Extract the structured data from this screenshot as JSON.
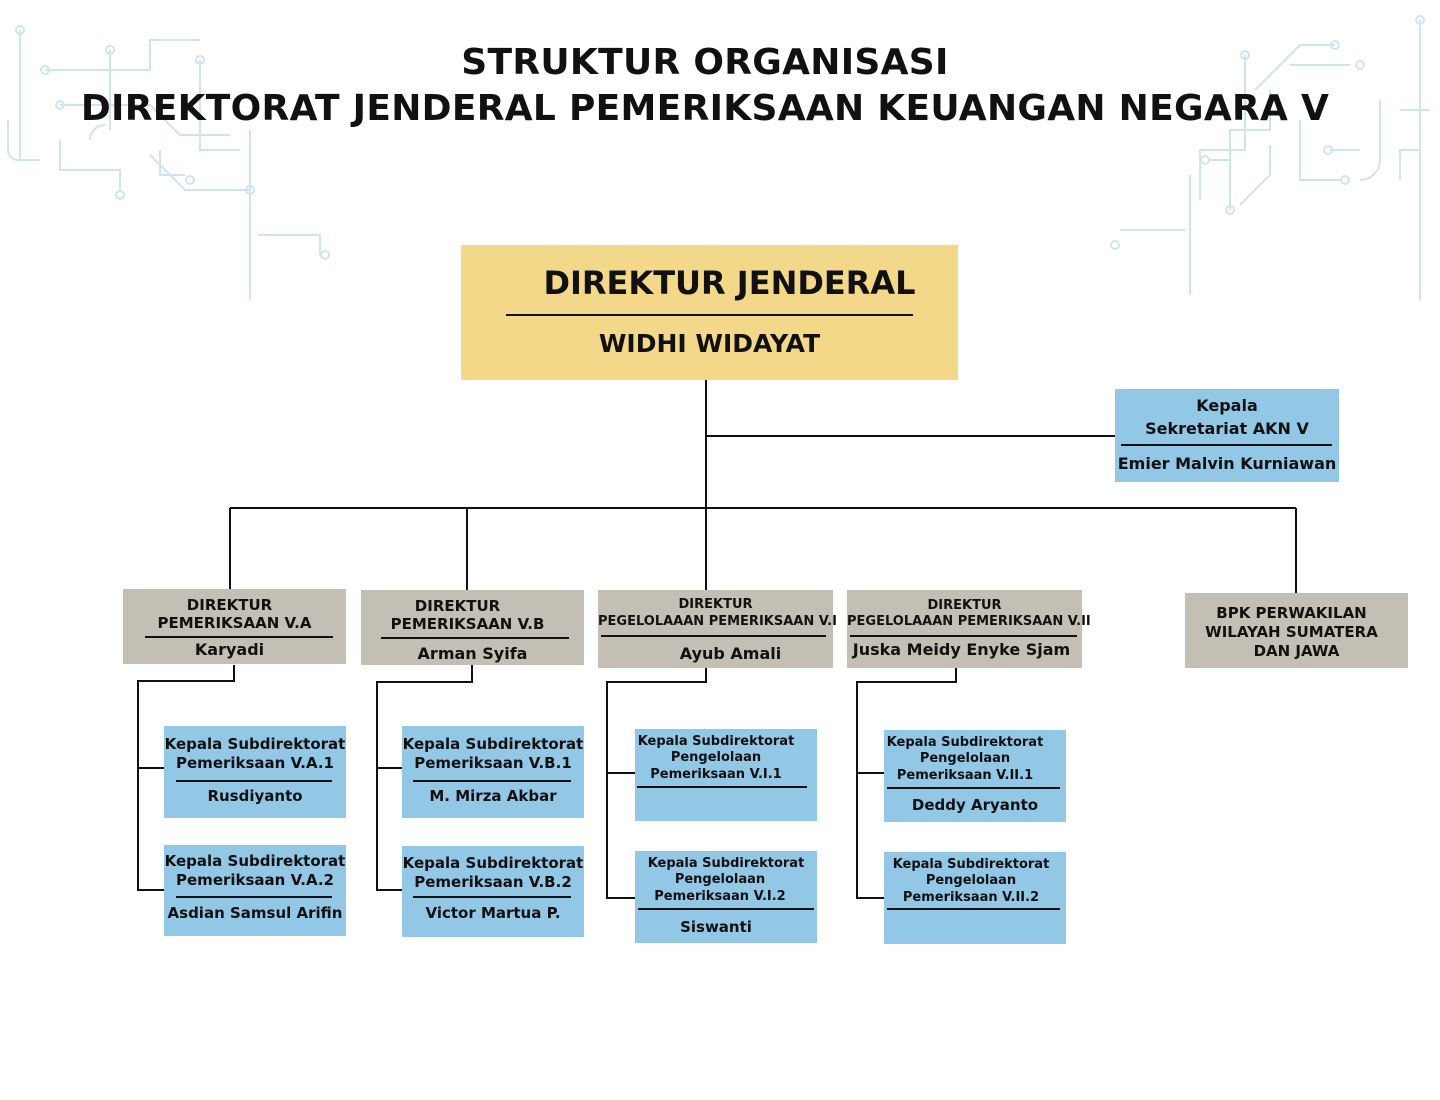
{
  "title": {
    "line1": "STRUKTUR ORGANISASI",
    "line2": "DIREKTORAT JENDERAL PEMERIKSAAN KEUANGAN NEGARA V"
  },
  "colors": {
    "head": "#f4d88a",
    "subdirectorate": "#93c7e6",
    "directorate": "#c4bfb5",
    "circuit_decoration": "#cfe4ef"
  },
  "head": {
    "role": "DIREKTUR JENDERAL",
    "name": "WIDHI WIDAYAT"
  },
  "secretariat": {
    "role_line1": "Kepala",
    "role_line2": "Sekretariat AKN V",
    "name": "Emier Malvin Kurniawan"
  },
  "directorates": [
    {
      "role_line1": "DIREKTUR",
      "role_line2": "PEMERIKSAAN V.A",
      "name": "Karyadi",
      "subs": [
        {
          "role": [
            "Kepala Subdirektorat",
            "Pemeriksaan V.A.1"
          ],
          "name": "Rusdiyanto"
        },
        {
          "role": [
            "Kepala Subdirektorat",
            "Pemeriksaan V.A.2"
          ],
          "name": "Asdian Samsul Arifin"
        }
      ]
    },
    {
      "role_line1": "DIREKTUR",
      "role_line2": "PEMERIKSAAN V.B",
      "name": "Arman Syifa",
      "subs": [
        {
          "role": [
            "Kepala Subdirektorat",
            "Pemeriksaan V.B.1"
          ],
          "name": "M. Mirza Akbar"
        },
        {
          "role": [
            "Kepala Subdirektorat",
            "Pemeriksaan V.B.2"
          ],
          "name": "Victor Martua P."
        }
      ]
    },
    {
      "role_line1": "DIREKTUR",
      "role_line2": "PEGELOLAAAN PEMERIKSAAN V.I",
      "name": "Ayub Amali",
      "subs": [
        {
          "role": [
            "Kepala Subdirektorat",
            "Pengelolaan",
            "Pemeriksaan V.I.1"
          ],
          "name": ""
        },
        {
          "role": [
            "Kepala Subdirektorat",
            "Pengelolaan",
            "Pemeriksaan V.I.2"
          ],
          "name": "Siswanti"
        }
      ]
    },
    {
      "role_line1": "DIREKTUR",
      "role_line2": "PEGELOLAAAN PEMERIKSAAN V.II",
      "name": "Juska Meidy Enyke Sjam",
      "subs": [
        {
          "role": [
            "Kepala Subdirektorat",
            "Pengelolaan",
            "Pemeriksaan V.II.1"
          ],
          "name": "Deddy Aryanto"
        },
        {
          "role": [
            "Kepala Subdirektorat",
            "Pengelolaan",
            "Pemeriksaan V.II.2"
          ],
          "name": ""
        }
      ]
    }
  ],
  "representative": {
    "line1": "BPK PERWAKILAN",
    "line2": "WILAYAH SUMATERA",
    "line3": "DAN JAWA"
  }
}
